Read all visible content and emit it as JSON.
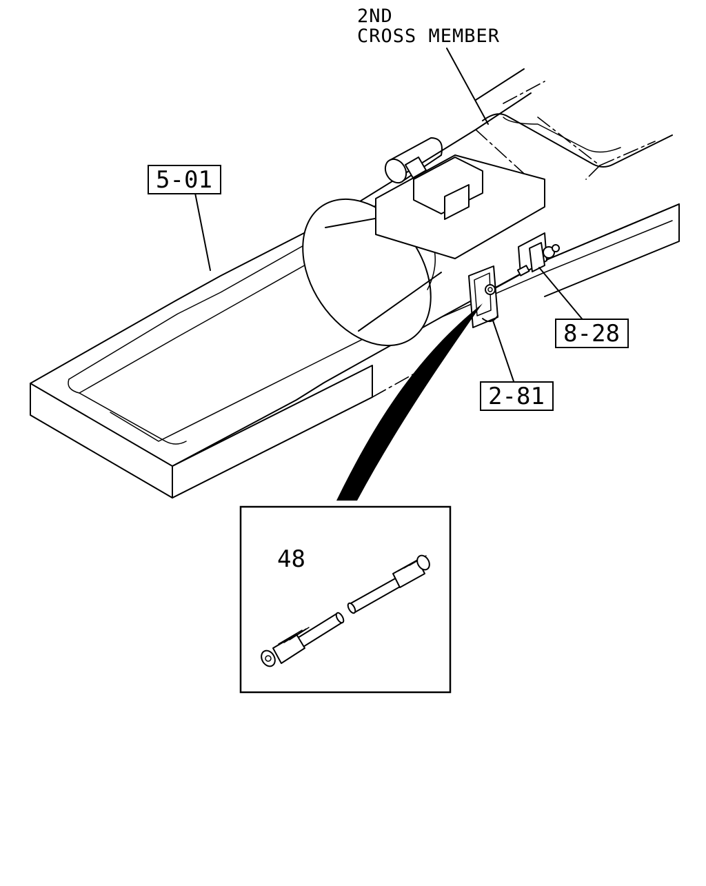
{
  "callouts": {
    "cross_member_line1": "2ND",
    "cross_member_line2": "CROSS MEMBER",
    "ref_frame": "5-01",
    "ref_sensor": "8-28",
    "ref_bracket": "2-81",
    "part_pipe": "48"
  },
  "icons": {
    "frame": "vehicle-frame-drawing",
    "tank": "air-tank-drawing",
    "bracket": "mounting-bracket-drawing",
    "sensor": "sensor-drawing",
    "pipe": "pipe-with-fittings-drawing"
  }
}
